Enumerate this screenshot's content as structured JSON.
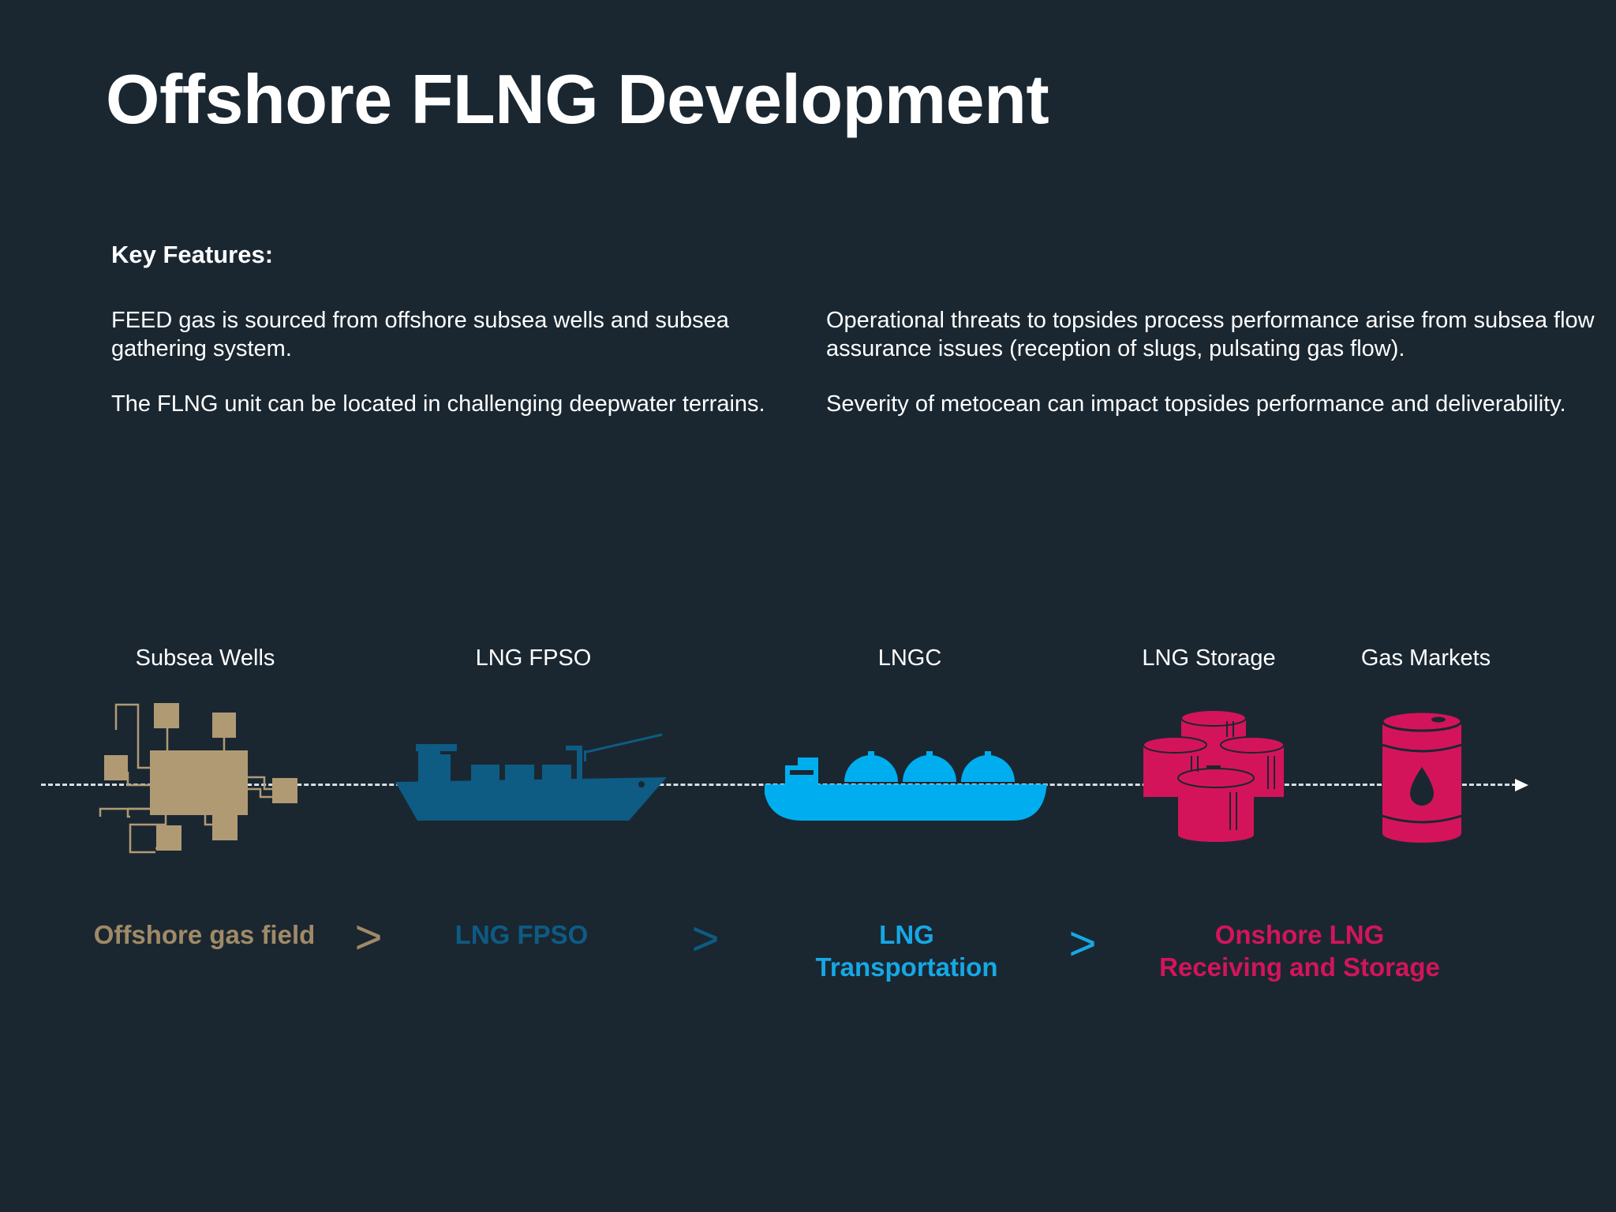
{
  "title": "Offshore FLNG Development",
  "key_features": {
    "heading": "Key Features:",
    "left": [
      "FEED gas is sourced from offshore subsea wells and subsea gathering system.",
      "The FLNG unit can be  located in challenging deepwater terrains."
    ],
    "right": [
      "Operational threats to topsides process performance arise  from subsea flow assurance issues (reception of slugs, pulsating gas flow).",
      "Severity of metocean can impact topsides performance and deliverability."
    ]
  },
  "stages": [
    {
      "label": "Subsea Wells",
      "icon": "subsea-wells-icon"
    },
    {
      "label": "LNG FPSO",
      "icon": "fpso-ship-icon"
    },
    {
      "label": "LNGC",
      "icon": "lng-carrier-icon"
    },
    {
      "label": "LNG Storage",
      "icon": "storage-tanks-icon"
    },
    {
      "label": "Gas Markets",
      "icon": "oil-barrel-icon"
    }
  ],
  "categories": [
    {
      "line1": "Offshore gas field",
      "line2": "",
      "color": "#a08a66"
    },
    {
      "line1": "LNG FPSO",
      "line2": "",
      "color": "#0e5b84"
    },
    {
      "line1": "LNG",
      "line2": "Transportation",
      "color": "#16a8e6"
    },
    {
      "line1": "Onshore LNG",
      "line2": "Receiving and Storage",
      "color": "#d4145a"
    }
  ],
  "chevron_glyph": ">",
  "colors": {
    "background": "#1a2731",
    "gold": "#b09a74",
    "dark_blue": "#0e5b84",
    "light_blue": "#00aeef",
    "magenta": "#d4145a"
  }
}
